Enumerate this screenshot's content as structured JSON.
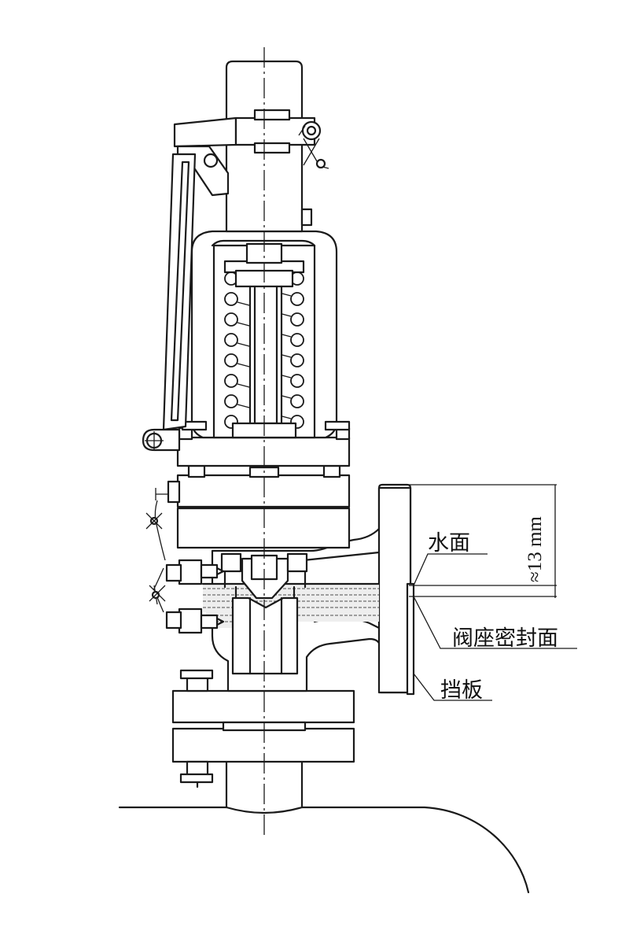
{
  "labels": {
    "water_surface": "水面",
    "valve_seat_sealing_surface": "阀座密封面",
    "baffle": "挡板",
    "dimension": "≈13  mm"
  }
}
